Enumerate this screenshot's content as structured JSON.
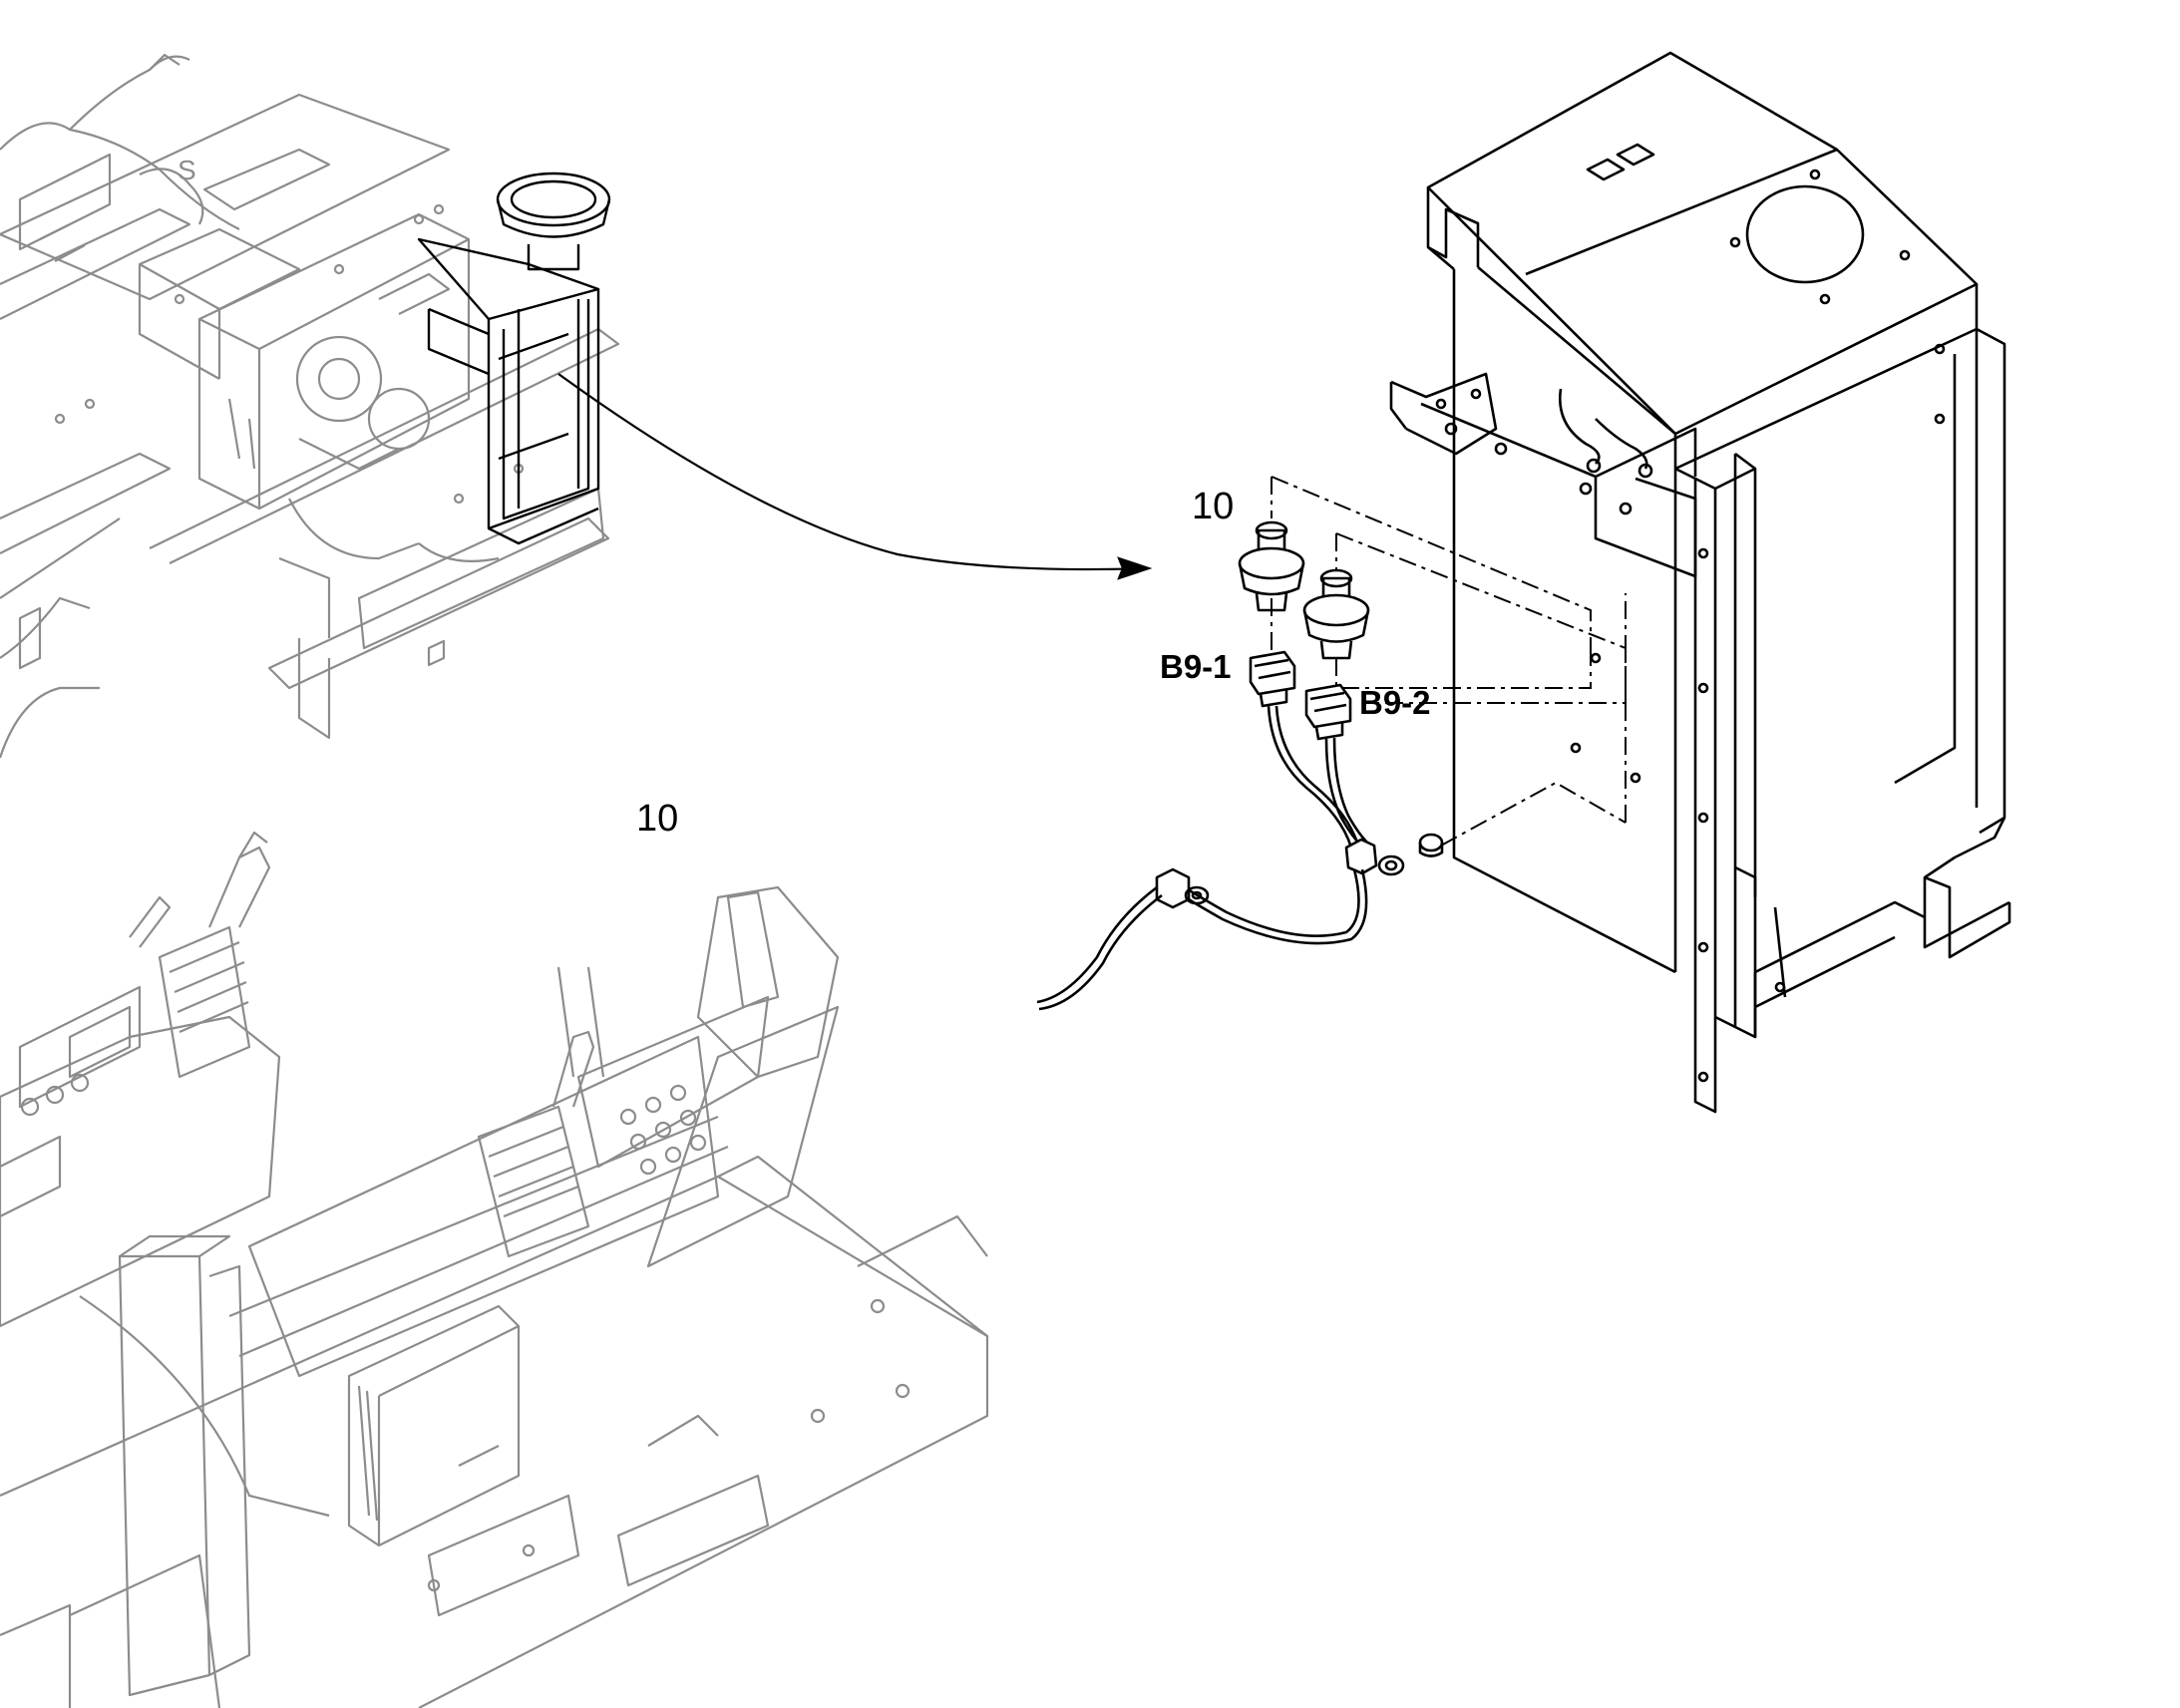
{
  "diagram": {
    "callouts": {
      "item_upper": "10",
      "item_lower": "10"
    },
    "connectors": {
      "left": "B9-1",
      "right": "B9-2"
    },
    "colors": {
      "line": "#000000",
      "faded_line": "#8c8c8c",
      "background": "#ffffff"
    }
  }
}
